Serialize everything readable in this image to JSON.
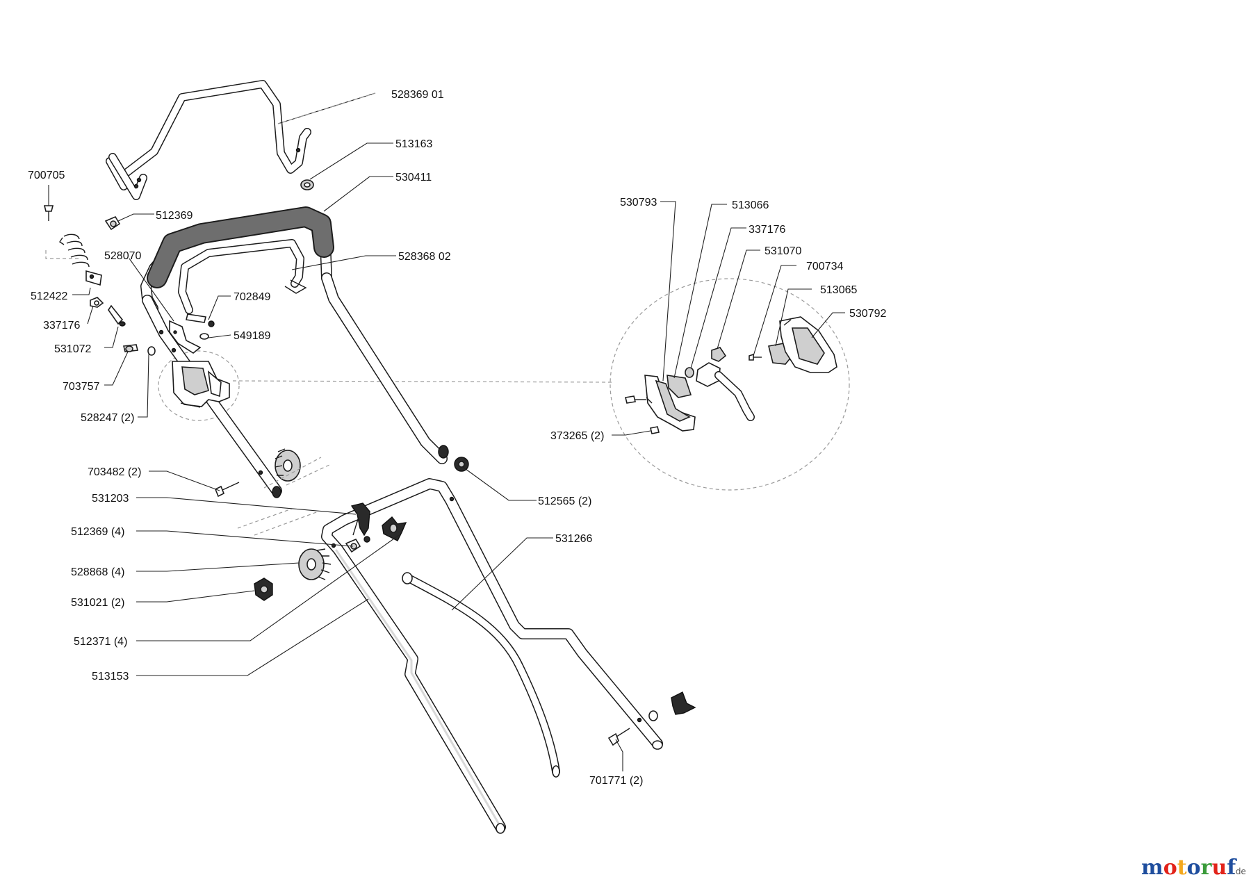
{
  "labels": {
    "l528369_01": "528369 01",
    "l513163": "513163",
    "l530411": "530411",
    "l700705": "700705",
    "l512369": "512369",
    "l528070": "528070",
    "l528368_02": "528368 02",
    "l512422": "512422",
    "l702849": "702849",
    "l337176": "337176",
    "l549189": "549189",
    "l531072": "531072",
    "l703757": "703757",
    "l528247": "528247 (2)",
    "l703482": "703482 (2)",
    "l531203": "531203",
    "l512565": "512565 (2)",
    "l512369_4": "512369 (4)",
    "l531266": "531266",
    "l528868": "528868 (4)",
    "l531021": "531021 (2)",
    "l512371": "512371 (4)",
    "l513153": "513153",
    "l701771": "701771 (2)",
    "d530793": "530793",
    "d513066": "513066",
    "d337176": "337176",
    "d531070": "531070",
    "d700734": "700734",
    "d513065": "513065",
    "d530792": "530792",
    "d373265": "373265 (2)"
  },
  "watermark": {
    "m": "m",
    "o1": "o",
    "t": "t",
    "o2": "o",
    "r": "r",
    "u": "u",
    "f": "f",
    "tld": ".de"
  },
  "colors": {
    "m": "#1f4e9e",
    "o1": "#e2231a",
    "t": "#f4a81d",
    "o2": "#1f4e9e",
    "r": "#3a9b3a",
    "u": "#e2231a",
    "f": "#1f4e9e",
    "tld": "#555555"
  }
}
